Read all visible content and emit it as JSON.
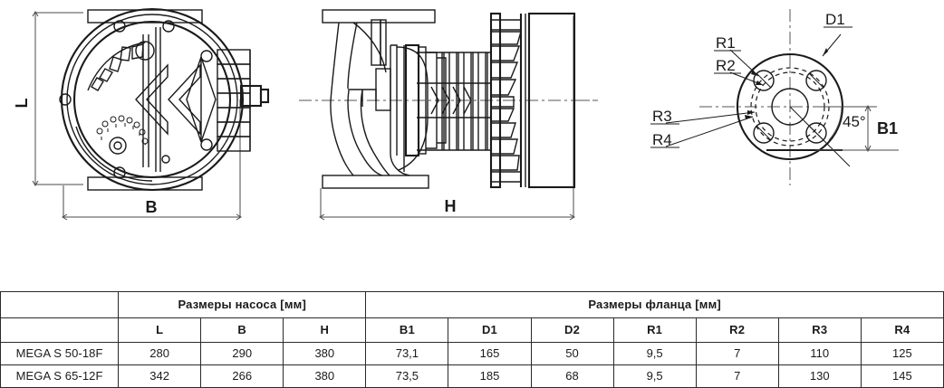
{
  "drawings": {
    "front_view": {
      "name": "front-view",
      "dimension_labels": [
        {
          "id": "L",
          "text": "L",
          "orientation": "vertical"
        },
        {
          "id": "B",
          "text": "B",
          "orientation": "horizontal"
        }
      ]
    },
    "side_view": {
      "name": "side-view",
      "dimension_labels": [
        {
          "id": "H",
          "text": "H",
          "orientation": "horizontal"
        }
      ]
    },
    "flange_view": {
      "name": "flange-view",
      "callouts": [
        {
          "id": "D1",
          "text": "D1"
        },
        {
          "id": "R1",
          "text": "R1"
        },
        {
          "id": "R2",
          "text": "R2"
        },
        {
          "id": "R3",
          "text": "R3"
        },
        {
          "id": "R4",
          "text": "R4"
        },
        {
          "id": "B1",
          "text": "B1"
        },
        {
          "id": "angle",
          "text": "45°"
        }
      ]
    }
  },
  "table": {
    "name": "dimensions-table",
    "group_headers": [
      {
        "label": "",
        "span": 1
      },
      {
        "label": "Размеры насоса [мм]",
        "span": 3
      },
      {
        "label": "Размеры фланца [мм]",
        "span": 7
      }
    ],
    "columns": [
      "",
      "L",
      "B",
      "H",
      "B1",
      "D1",
      "D2",
      "R1",
      "R2",
      "R3",
      "R4"
    ],
    "rows": [
      {
        "model": "MEGA S 50-18F",
        "L": "280",
        "B": "290",
        "H": "380",
        "B1": "73,1",
        "D1": "165",
        "D2": "50",
        "R1": "9,5",
        "R2": "7",
        "R3": "110",
        "R4": "125"
      },
      {
        "model": "MEGA S 65-12F",
        "L": "342",
        "B": "266",
        "H": "380",
        "B1": "73,5",
        "D1": "185",
        "D2": "68",
        "R1": "9,5",
        "R2": "7",
        "R3": "130",
        "R4": "145"
      }
    ]
  },
  "colors": {
    "line": "#1a1a1a",
    "dimension_line": "#4a4a4a",
    "border": "#2a2a2a",
    "background": "#ffffff"
  }
}
